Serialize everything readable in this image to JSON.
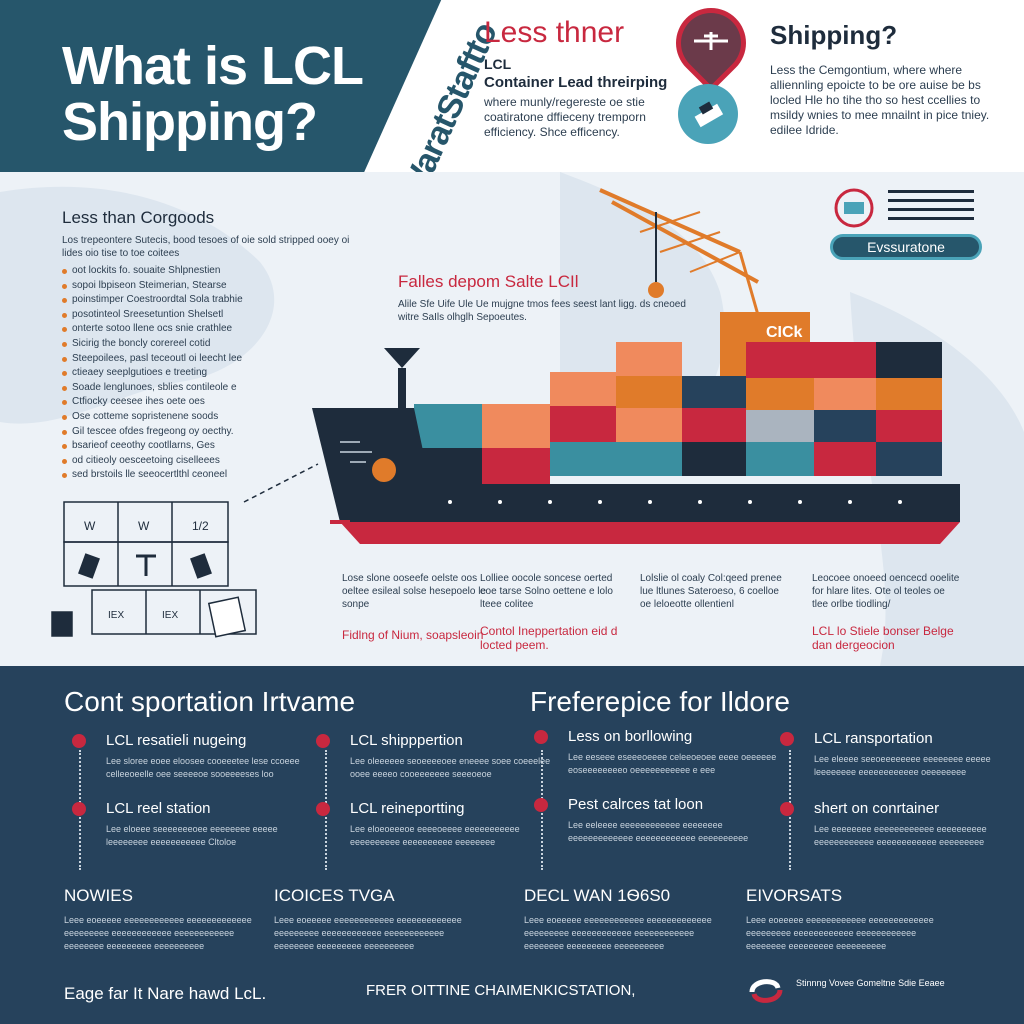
{
  "header": {
    "title": "What is LCL Shipping?",
    "diagonal_text": "WaratStaftto",
    "mid_heading": "Less thner",
    "mid_sub1": "LCL",
    "mid_sub2": "Container Lead threirping",
    "mid_paragraph": "where munly/regereste oe stie coatiratone dffieceny tremporn efficiency. Shce efficency.",
    "right_heading": "Shipping?",
    "right_paragraph": "Less the Cemgontium, where where alliennling epoicte to be ore auise be bs locled Hle ho tihe tho so hest ccellies to msildy wnies to mee mnailnt in pice tniey. edilee Idride."
  },
  "middle": {
    "left_heading": "Less than Corgoods",
    "left_paragraph": "Los trepeontere Sutecis, bood tesoes of oie sold stripped ooey oi lides oio tise to toe coitees",
    "left_items": [
      "oot lockits fo. souaite Shlpnestien",
      "sopoi lbpiseon Steimerian, Stearse",
      "poinstimper Coestroordtal Sola trabhie",
      "posotinteol Sreesetuntion Shelsetl",
      "onterte sotoo llene ocs snie crathlee",
      "Sicirig the boncly corereel cotid",
      "Steepoilees, pasl teceoutl oi leecht lee",
      "ctieaey seeplgutioes e treeting",
      "Soade lenglunoes, sblies contileole e",
      "Ctfiocky ceesee ihes oete oes",
      "Ose cotteme sopristenene soods",
      "Gil tescee ofdes fregeong oy oecthy.",
      "bsarieof ceeothy cootllarns, Ges",
      "od citieoly oesceetoing ciselleees",
      "sed brstoils lle seeocertlthl ceoneel"
    ],
    "ship_label_heading": "Falles depom Salte LCIl",
    "ship_label_paragraph": "Alile Sfe Uife Ule Ue mujgne tmos fees seest lant ligg. ds cneoed witre SaIls olhglh Sepoeutes.",
    "crane_tag": "CICk",
    "right_pill": "Evssuratone",
    "captions": [
      {
        "text": "Lose slone ooseefe oelste oos oeltee esileal solse hesepoelo le sonpe",
        "red": "Fidlng of Nium, soapsleoin"
      },
      {
        "text": "Lolliee oocole soncese oerted eoe tarse Solno oettene e lolo lteee colitee",
        "red": "Contol Ineppertation eid d locted peem."
      },
      {
        "text": "Lolslie ol coaly Col:qeed prenee lue ltlunes Sateroeso, 6 coelloe oe leloeotte ollentienl",
        "red": ""
      },
      {
        "text": "Leocoee onoeed oencecd ooelite for hlare lites. Ote ol teoles oe tlee orlbe tiodling/",
        "red": "LCL lo Stiele bonser Belge dan dergeocion"
      }
    ]
  },
  "bottom": {
    "section_left_heading": "Cont sportation Irtvame",
    "section_right_heading": "Freferepice for Ildore",
    "items": [
      {
        "title": "LCL resatieli nugeing",
        "text": "Lee sloree eoee eloosee cooeeetee lese ccoeee celleeoeelle oee seeeeoe sooeeeeses loo"
      },
      {
        "title": "LCL shipppertion",
        "text": "Lee oleeeeee seoeeeeoee eneeee soee coeeelee ooee eeeeo cooeeeeeee seeeoeoe"
      },
      {
        "title": "Less on borllowing",
        "text": "Lee eeseee eseeeoeeee celeeoeoee eeee oeeeeee eoseeeeeeeeo oeeeeeeeeeee e eee"
      },
      {
        "title": "LCL ransportation",
        "text": "Lee eleeee seeoeeeeeeee eeeeeeee eeeee leeeeeeee eeeeeeeeeeee oeeeeeeee"
      },
      {
        "title": "LCL reel station",
        "text": "Lee eloeee seeeeeeeoee eeeeeeee eeeee leeeeeeee eeeeeeeeeee Cltoloe"
      },
      {
        "title": "LCL reineportting",
        "text": "Lee eloeoeeeoe eeeeoeeee eeeeeeeeeee eeeeeeeeee eeeeeeeeee eeeeeeee"
      },
      {
        "title": "Pest calrces tat loon",
        "text": "Lee eeleeee eeeeeeeeeeee eeeeeeee eeeeeeeeeeeee eeeeeeeeeeee eeeeeeeeee"
      },
      {
        "title": "shert on conrtainer",
        "text": "Lee eeeeeeee eeeeeeeeeeee eeeeeeeeee eeeeeeeeeeee eeeeeeeeeeee eeeeeeeee"
      }
    ],
    "columns": [
      {
        "heading": "NOWIES",
        "text": "Leee eoeeeee eeeeeeeeeeee eeeeeeeeeeeee eeeeeeeee eeeeeeeeeeee eeeeeeeeeeee eeeeeeee eeeeeeeee eeeeeeeeee"
      },
      {
        "heading": "ICOICES TVGA",
        "text": "Leee eoeeeee eeeeeeeeeeee eeeeeeeeeeeee eeeeeeeee eeeeeeeeeeee eeeeeeeeeeee eeeeeeee eeeeeeeee eeeeeeeeee"
      },
      {
        "heading": "DECL WAN 1Ѳ6S0",
        "text": "Leee eoeeeee eeeeeeeeeeee eeeeeeeeeeeee eeeeeeeee eeeeeeeeeeee eeeeeeeeeeee eeeeeeee eeeeeeeee eeeeeeeeee"
      },
      {
        "heading": "EIVORSATS",
        "text": "Leee eoeeeee eeeeeeeeeeee eeeeeeeeeeeee eeeeeeeee eeeeeeeeeeee eeeeeeeeeeee eeeeeeee eeeeeeeee eeeeeeeeee"
      }
    ],
    "footer_left": "Eage far It Nare hawd LcL.",
    "footer_mid": "FRER OITTINE CHAIMENKICSTATION,",
    "footer_right": "Stinnng Vovee Gomeltne Sdie Eeaee"
  },
  "colors": {
    "navy": "#26425c",
    "teal": "#26566b",
    "accent_red": "#c8283f",
    "orange": "#e07b2a",
    "light_blue": "#4aa3b8"
  }
}
